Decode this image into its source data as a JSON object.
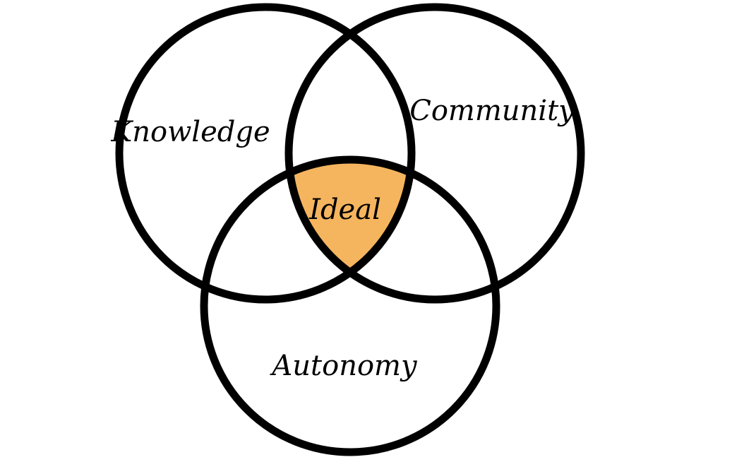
{
  "colors": {
    "outline": "#000000",
    "highlight": "#f5b55f",
    "background": "#ffffff"
  },
  "sets": [
    {
      "label": "Knowledge"
    },
    {
      "label": "Community"
    },
    {
      "label": "Autonomy"
    }
  ],
  "intersection": {
    "label": "Ideal"
  }
}
